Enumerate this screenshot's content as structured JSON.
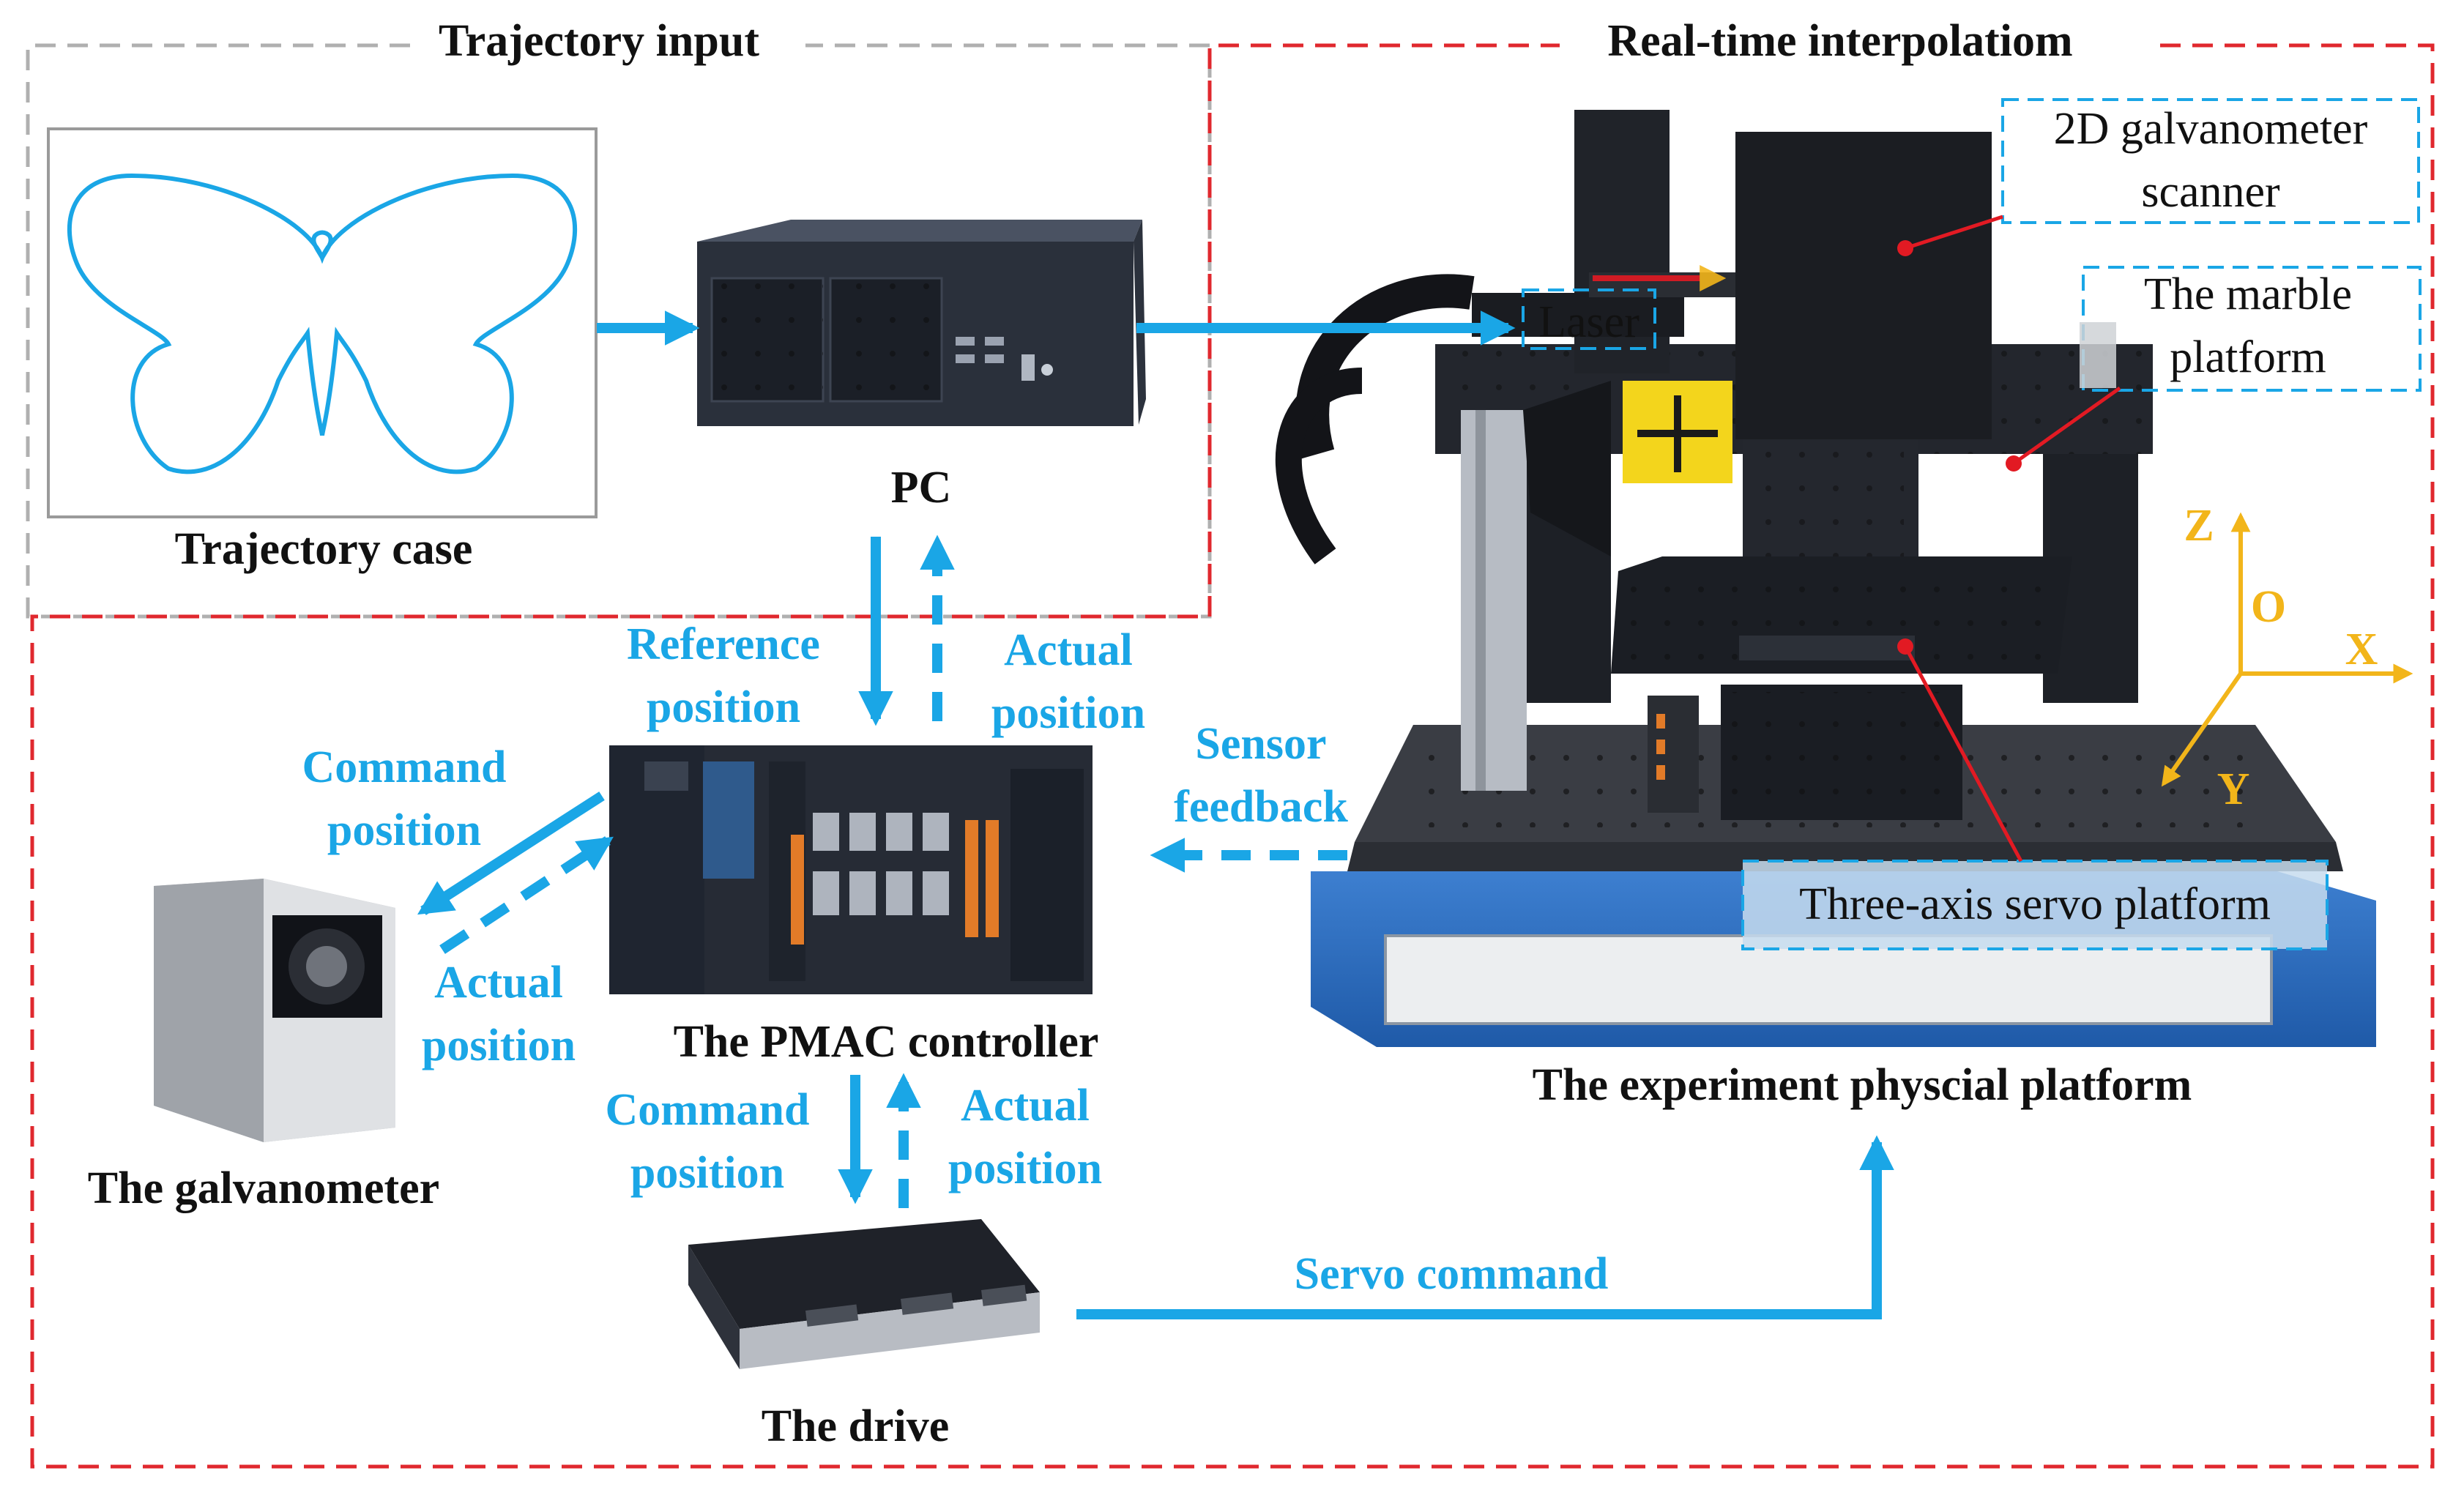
{
  "colors": {
    "flow": "#1aa6e6",
    "region_input": "#b0b0b0",
    "region_realtime": "#e0282e",
    "axis": "#f2b51a",
    "callout": "#e21a23"
  },
  "regions": {
    "input_title": "Trajectory input",
    "realtime_title": "Real-time interpolatiom"
  },
  "components": {
    "trajectory_case": "Trajectory case",
    "pc": "PC",
    "pmac": "The PMAC controller",
    "galvanometer": "The galvanometer",
    "drive": "The drive",
    "platform": "The experiment physcial platform"
  },
  "callouts": {
    "scanner_line1": "2D galvanometer",
    "scanner_line2": "scanner",
    "laser": "Laser",
    "marble_line1": "The marble",
    "marble_line2": "platform",
    "servo_platform": "Three-axis servo platform"
  },
  "flows": {
    "reference_line1": "Reference",
    "reference_line2": "position",
    "actual_pc_line1": "Actual",
    "actual_pc_line2": "position",
    "sensor_line1": "Sensor",
    "sensor_line2": "feedback",
    "command_galvo_line1": "Command",
    "command_galvo_line2": "position",
    "actual_galvo_line1": "Actual",
    "actual_galvo_line2": "position",
    "command_drive_line1": "Command",
    "command_drive_line2": "position",
    "actual_drive_line1": "Actual",
    "actual_drive_line2": "position",
    "servo_command": "Servo command"
  },
  "axes": {
    "z": "Z",
    "o": "O",
    "x": "X",
    "y": "Y"
  }
}
